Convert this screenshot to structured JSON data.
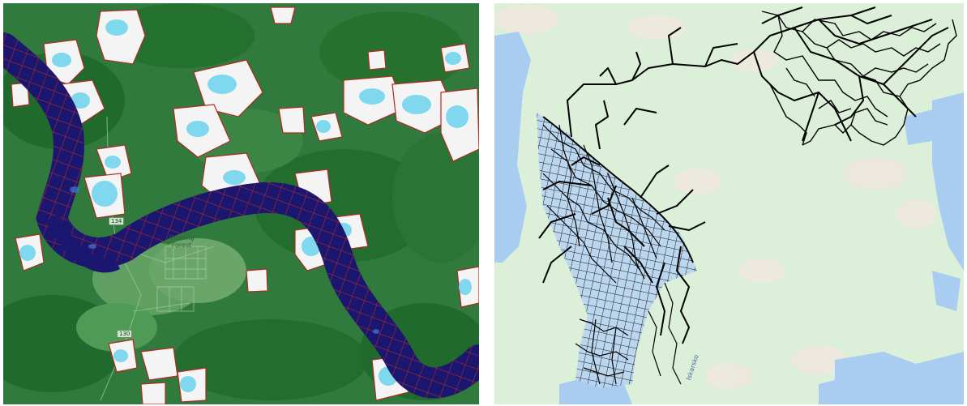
{
  "left_map": {
    "town_label": "Cuming Forest",
    "road_shield_north": "134",
    "road_shield_south": "130"
  },
  "right_map": {
    "river_label": "Iskarsko"
  },
  "colors": {
    "forest_dark": "#1f6a2c",
    "forest": "#2f7a3c",
    "forest_light": "#4f9a55",
    "river_water": "#1b1670",
    "mesh_edges": "#b02a22",
    "clearing": "#f4f4f4",
    "wetland": "#7fd8ee",
    "base_land": "#dcefd8",
    "base_water": "#a9cdf0",
    "network": "#000000",
    "reservoir_mesh": "#b7d4f2"
  }
}
